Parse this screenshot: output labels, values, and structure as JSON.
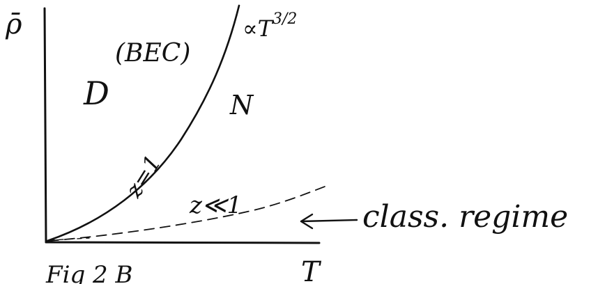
{
  "axes": {
    "y_label": "ρ̄",
    "x_label": "T"
  },
  "figure_label": "Fig 2 B",
  "regions": {
    "condensed": "D",
    "condensed_note": "(BEC)",
    "normal": "N"
  },
  "curves": {
    "critical_scaling": "∝T",
    "critical_exponent": "3/2",
    "critical_fugacity": "z=1",
    "classical_fugacity": "z≪1"
  },
  "annotations": {
    "classical_regime": "class. regime"
  },
  "colors": {
    "ink": "#111111",
    "background": "#ffffff"
  }
}
